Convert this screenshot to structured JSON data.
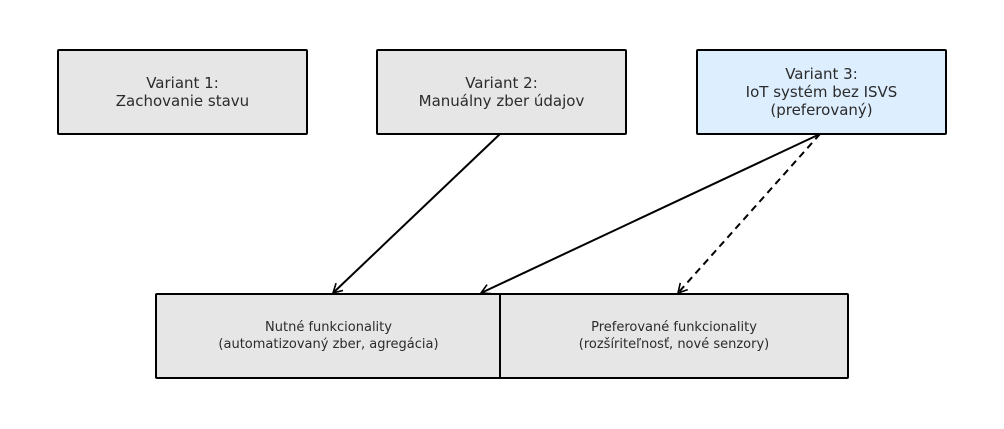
{
  "variants": [
    {
      "lines": [
        "Variant 1:",
        "Zachovanie stavu"
      ]
    },
    {
      "lines": [
        "Variant 2:",
        "Manuálny zber údajov"
      ]
    },
    {
      "lines": [
        "Variant 3:",
        "IoT systém bez ISVS",
        "(preferovaný)"
      ]
    }
  ],
  "functionalities": [
    {
      "lines": [
        "Nutné funkcionality",
        "(automatizovaný zber, agregácia)"
      ]
    },
    {
      "lines": [
        "Preferované funkcionality",
        "(rozšíriteľnosť, nové senzory)"
      ]
    }
  ],
  "colors": {
    "box_fill": "#e6e6e6",
    "preferred_fill": "#ddeeff",
    "stroke": "#000000"
  }
}
